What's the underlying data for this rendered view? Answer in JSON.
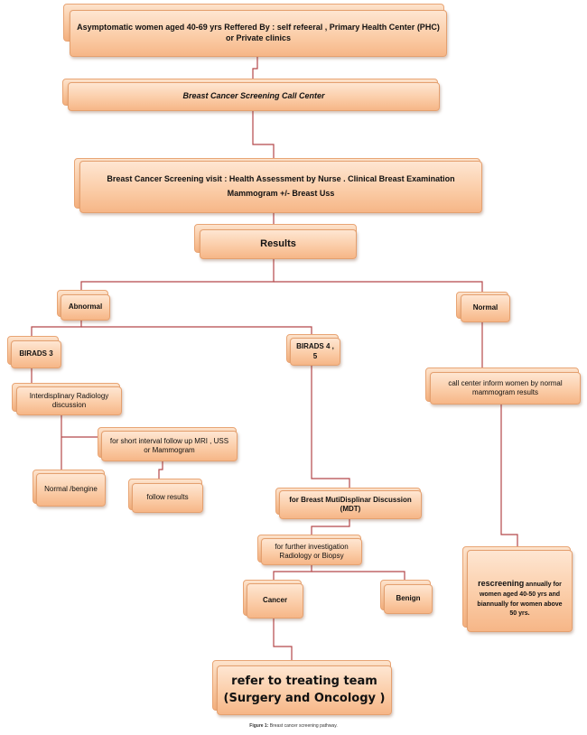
{
  "nodes": {
    "start": "Asymptomatic women aged 40-69 yrs Reffered By : self refeeral , Primary Health Center (PHC) or Private clinics",
    "call_center": "Breast  Cancer Screening Call Center",
    "visit_line1": "Breast Cancer Screening visit :  Health Assessment by Nurse . Clinical Breast Examination",
    "visit_line2": "Mammogram +/- Breast Uss",
    "results": "Results",
    "abnormal": "Abnormal",
    "normal": "Normal",
    "birads3": "BIRADS 3",
    "birads45": "BIRADS 4 , 5",
    "interdisciplinary": "Interdisplinary Radiology discussion",
    "short_interval": "for short interval follow up  MRI , USS or Mammogram",
    "normal_benign": "Normal /bengine",
    "follow_results": "follow results",
    "mdt": "for Breast MutiDisplinar Discussion (MDT)",
    "further_investigation": "for further investigation Radiology or Biopsy",
    "cancer": "Cancer",
    "benign": "Benign",
    "refer": "refer to treating team (Surgery and  Oncology )",
    "call_inform": "call center inform women by normal mammogram results",
    "rescreening_lead": "rescreening",
    "rescreening_rest": " annually for women aged 40-50 yrs  and biannually for women above 50 yrs."
  },
  "caption": {
    "label": "Figure 1:",
    "text": " Breast cancer screening pathway."
  },
  "colors": {
    "connector": "#b5484a",
    "box_fill": "#fbcda8",
    "box_border": "#e4a06f"
  }
}
